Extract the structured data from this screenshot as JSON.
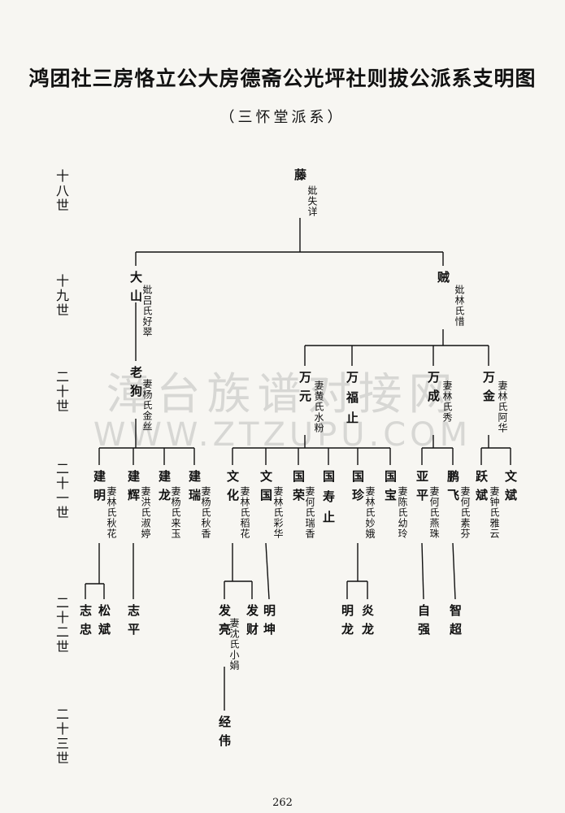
{
  "header": {
    "title": "鸿团社三房恪立公大房德斋公光坪社则拔公派系支明图",
    "subtitle": "（三怀堂派系）"
  },
  "generations": [
    "十八世",
    "十九世",
    "二十世",
    "二十一世",
    "二十二世",
    "二十三世"
  ],
  "persons": [
    {
      "id": "teng",
      "name": "藤",
      "note": "妣失详"
    },
    {
      "id": "dashan",
      "name": "大山",
      "note": "妣吕氏好翠"
    },
    {
      "id": "zei",
      "name": "贼",
      "note": "妣林氏惜"
    },
    {
      "id": "laogou",
      "name": "老狗",
      "note": "妻杨氏金丝"
    },
    {
      "id": "wanyuan",
      "name": "万元",
      "note": "妻黄氏水粉"
    },
    {
      "id": "wanfuzhi",
      "name": "万福止",
      "note": ""
    },
    {
      "id": "wancheng",
      "name": "万成",
      "note": "妻林氏秀"
    },
    {
      "id": "wanjin",
      "name": "万金",
      "note": "妻林氏阿华"
    },
    {
      "id": "jianming",
      "name": "建明",
      "note": "妻林氏秋花"
    },
    {
      "id": "jianhui",
      "name": "建辉",
      "note": "妻洪氏淑婷"
    },
    {
      "id": "jianlong",
      "name": "建龙",
      "note": "妻杨氏来玉"
    },
    {
      "id": "jianrui",
      "name": "建瑞",
      "note": "妻杨氏秋香"
    },
    {
      "id": "wenhua",
      "name": "文化",
      "note": "妻林氏稻花"
    },
    {
      "id": "wenguo",
      "name": "文国",
      "note": "妻林氏彩华"
    },
    {
      "id": "guorong",
      "name": "国荣",
      "note": "妻何氏瑞香"
    },
    {
      "id": "guoshouzhi",
      "name": "国寿止",
      "note": ""
    },
    {
      "id": "guozhen",
      "name": "国珍",
      "note": "妻林氏妙娥"
    },
    {
      "id": "guobao",
      "name": "国宝",
      "note": "妻陈氏幼玲"
    },
    {
      "id": "yaping",
      "name": "亚平",
      "note": "妻何氏燕珠"
    },
    {
      "id": "pengfei",
      "name": "鹏飞",
      "note": "妻何氏素芬"
    },
    {
      "id": "yuebin",
      "name": "跃斌",
      "note": "妻钟氏雅云"
    },
    {
      "id": "wenbin",
      "name": "文斌",
      "note": ""
    },
    {
      "id": "zhizhong",
      "name": "志忠",
      "note": ""
    },
    {
      "id": "songbin",
      "name": "松斌",
      "note": ""
    },
    {
      "id": "zhiping",
      "name": "志平",
      "note": ""
    },
    {
      "id": "faliang",
      "name": "发亮",
      "note": "妻沈氏小娟"
    },
    {
      "id": "facai",
      "name": "发财",
      "note": ""
    },
    {
      "id": "mingkun",
      "name": "明坤",
      "note": ""
    },
    {
      "id": "minglong",
      "name": "明龙",
      "note": ""
    },
    {
      "id": "yanlong",
      "name": "炎龙",
      "note": ""
    },
    {
      "id": "ziqiang",
      "name": "自强",
      "note": ""
    },
    {
      "id": "zhichao",
      "name": "智超",
      "note": ""
    },
    {
      "id": "jingwei",
      "name": "经伟",
      "note": ""
    }
  ],
  "relations": [
    {
      "parent": "teng",
      "children": [
        "dashan",
        "zei"
      ]
    },
    {
      "parent": "dashan",
      "children": [
        "laogou"
      ]
    },
    {
      "parent": "zei",
      "children": [
        "wanyuan",
        "wanfuzhi",
        "wancheng",
        "wanjin"
      ]
    },
    {
      "parent": "laogou",
      "children": [
        "jianming",
        "jianhui",
        "jianlong",
        "jianrui"
      ]
    },
    {
      "parent": "wanyuan",
      "children": [
        "wenhua",
        "wenguo",
        "guorong",
        "guoshouzhi",
        "guozhen",
        "guobao"
      ]
    },
    {
      "parent": "wancheng",
      "children": [
        "yaping",
        "pengfei"
      ]
    },
    {
      "parent": "wanjin",
      "children": [
        "yuebin",
        "wenbin"
      ]
    },
    {
      "parent": "jianming",
      "children": [
        "zhizhong",
        "songbin"
      ]
    },
    {
      "parent": "jianhui",
      "children": [
        "zhiping"
      ]
    },
    {
      "parent": "wenhua",
      "children": [
        "faliang",
        "facai"
      ]
    },
    {
      "parent": "wenguo",
      "children": [
        "mingkun"
      ]
    },
    {
      "parent": "guozhen",
      "children": [
        "minglong",
        "yanlong"
      ]
    },
    {
      "parent": "yaping",
      "children": [
        "ziqiang"
      ]
    },
    {
      "parent": "pengfei",
      "children": [
        "zhichao"
      ]
    },
    {
      "parent": "faliang",
      "children": [
        "jingwei"
      ]
    }
  ],
  "watermark": {
    "line1": "漳台族谱对接网",
    "line2": "WWW.ZTZUPU.COM"
  },
  "page_number": "262",
  "colors": {
    "ink": "#111111",
    "paper": "#f7f6f2",
    "watermark": "#969696"
  }
}
